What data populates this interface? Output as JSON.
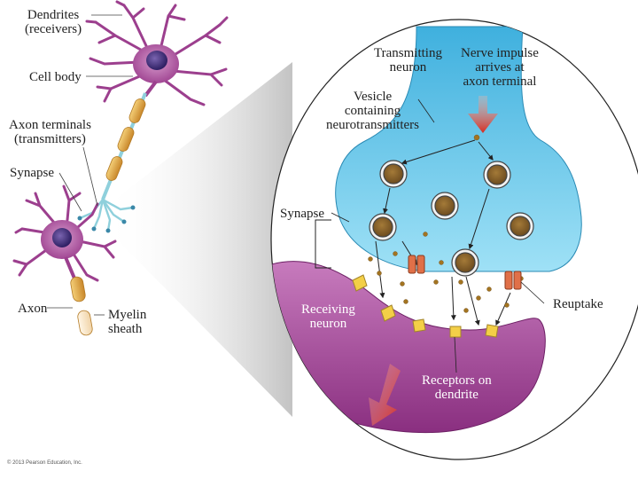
{
  "labels": {
    "dendrites": [
      "Dendrites",
      "(receivers)"
    ],
    "cell_body": "Cell body",
    "axon_terminals": [
      "Axon terminals",
      "(transmitters)"
    ],
    "synapse_left": "Synapse",
    "axon": "Axon",
    "myelin_sheath": [
      "Myelin",
      "sheath"
    ],
    "transmitting_neuron": [
      "Transmitting",
      "neuron"
    ],
    "nerve_impulse": [
      "Nerve impulse",
      "arrives at",
      "axon terminal"
    ],
    "vesicle": [
      "Vesicle",
      "containing",
      "neurotransmitters"
    ],
    "synapse_right": "Synapse",
    "receiving_neuron": [
      "Receiving",
      "neuron"
    ],
    "reuptake": "Reuptake",
    "receptors": [
      "Receptors on",
      "dendrite"
    ]
  },
  "copyright": "© 2013 Pearson Education, Inc.",
  "colors": {
    "neuron_purple": "#9c3f8e",
    "nucleus": "#3c2a7a",
    "myelin": "#e2a53c",
    "axon_cyan": "#8fd0dc",
    "terminal_blue": "#6cc8e8",
    "receiving_magenta": "#a64a9a",
    "arrow_red": "#d62a1f",
    "receptor_yellow": "#f3cf47",
    "reuptake_orange": "#e07048"
  }
}
